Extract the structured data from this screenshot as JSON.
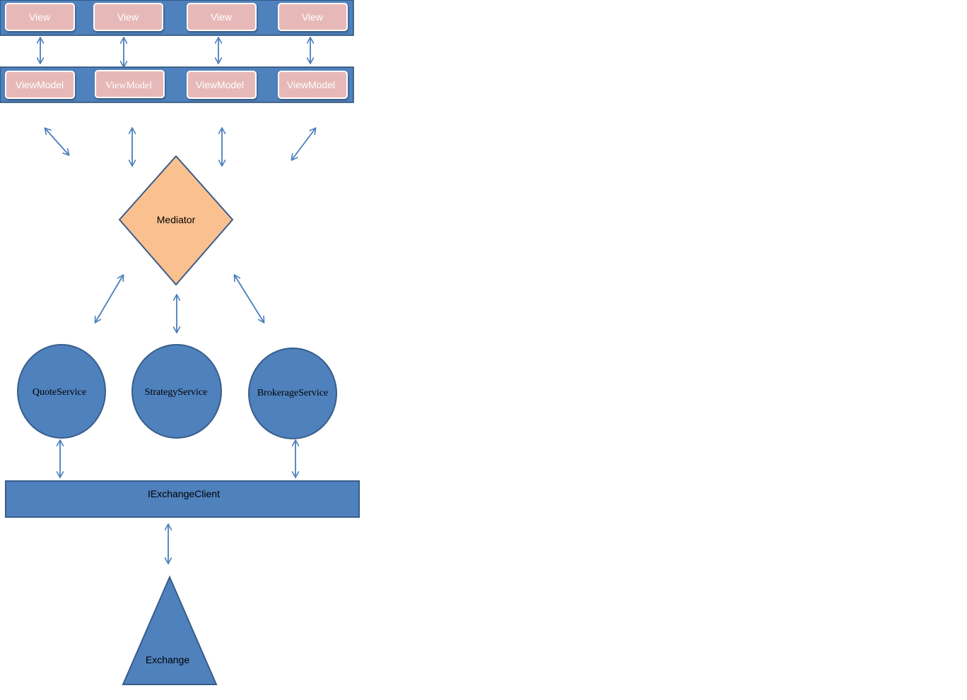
{
  "colors": {
    "bar_fill": "#4f81bd",
    "bar_stroke": "#2c4d75",
    "pink_fill": "#e6b9b8",
    "pink_stroke": "#ffffff",
    "mediator_fill": "#fac08f",
    "arrow": "#4a7ebb",
    "text_white": "#ffffff",
    "text_dark": "#000000"
  },
  "views": [
    "View",
    "View",
    "View",
    "View"
  ],
  "viewmodels": [
    "ViewModel",
    "ViewModel",
    "ViewModel",
    "ViewModel"
  ],
  "mediator": "Mediator",
  "services": [
    "QuoteService",
    "StrategyService",
    "BrokerageService"
  ],
  "exchange_client": "IExchangeClient",
  "exchange": "Exchange"
}
